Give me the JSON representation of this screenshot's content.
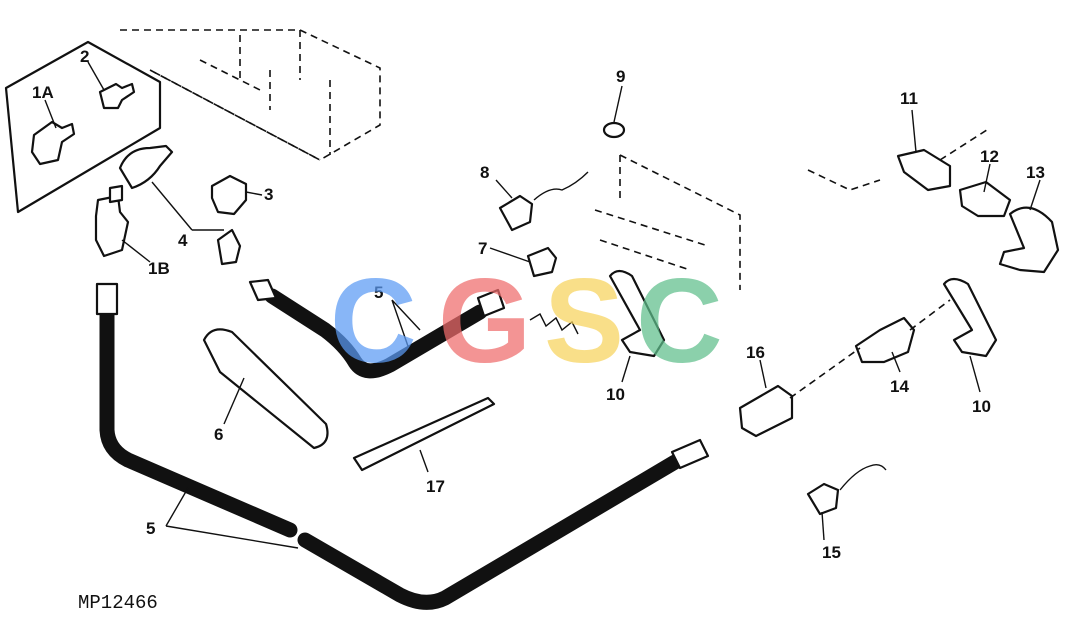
{
  "figure_id": "MP12466",
  "watermark": {
    "text": "CGSC",
    "colors": [
      "#5b9bf5",
      "#ef6b6b",
      "#f7d35c",
      "#5fbf8c"
    ]
  },
  "callouts": [
    "1A",
    "2",
    "4",
    "3",
    "1B",
    "5",
    "6",
    "17",
    "8",
    "7",
    "9",
    "5",
    "10",
    "16",
    "14",
    "10",
    "11",
    "12",
    "13",
    "15"
  ]
}
